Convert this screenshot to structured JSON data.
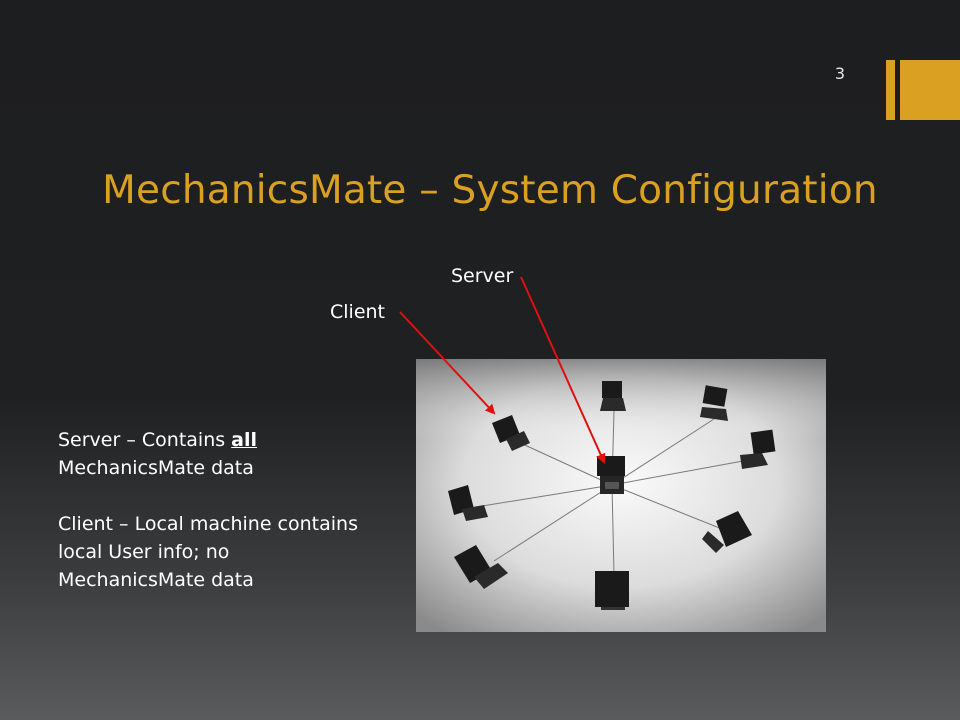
{
  "slide": {
    "number": "3",
    "title": "MechanicsMate – System Configuration",
    "accent_color": "#d9a021"
  },
  "diagram": {
    "server_label": "Server",
    "client_label": "Client",
    "arrow_color": "#e01010"
  },
  "body": {
    "server_prefix": "Server – Contains ",
    "server_emphasis": "all",
    "server_suffix": " MechanicsMate data",
    "client_text": "Client – Local machine contains  local User info; no MechanicsMate data"
  }
}
